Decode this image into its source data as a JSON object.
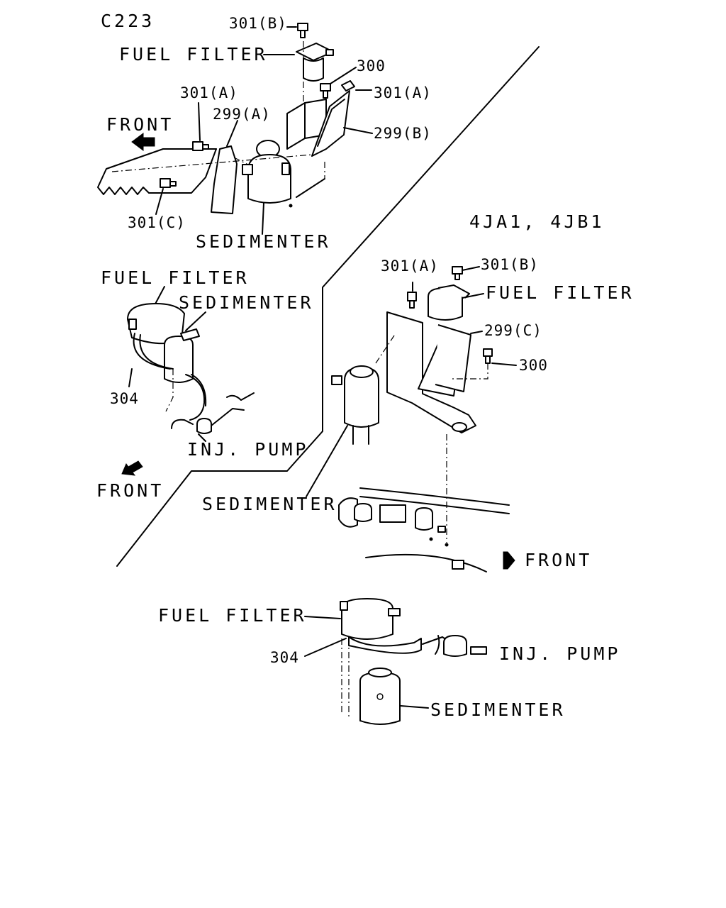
{
  "diagram_code": "C223",
  "engine_label": "4JA1, 4JB1",
  "top_view": {
    "bolt_301b": "301(B)",
    "fuel_filter": "FUEL FILTER",
    "part_300": "300",
    "bolt_301a_right": "301(A)",
    "bolt_301a_left": "301(A)",
    "bracket_299a": "299(A)",
    "bracket_299b": "299(B)",
    "front": "FRONT",
    "bolt_301c": "301(C)",
    "sedimenter": "SEDIMENTER"
  },
  "left_view": {
    "fuel_filter": "FUEL FILTER",
    "sedimenter": "SEDIMENTER",
    "hose_304": "304",
    "inj_pump": "INJ. PUMP",
    "front": "FRONT"
  },
  "right_view": {
    "bolt_301a": "301(A)",
    "bolt_301b": "301(B)",
    "fuel_filter": "FUEL FILTER",
    "bracket_299c": "299(C)",
    "part_300": "300",
    "sedimenter": "SEDIMENTER",
    "front": "FRONT"
  },
  "bottom_view": {
    "fuel_filter": "FUEL FILTER",
    "hose_304": "304",
    "inj_pump": "INJ. PUMP",
    "sedimenter": "SEDIMENTER"
  }
}
